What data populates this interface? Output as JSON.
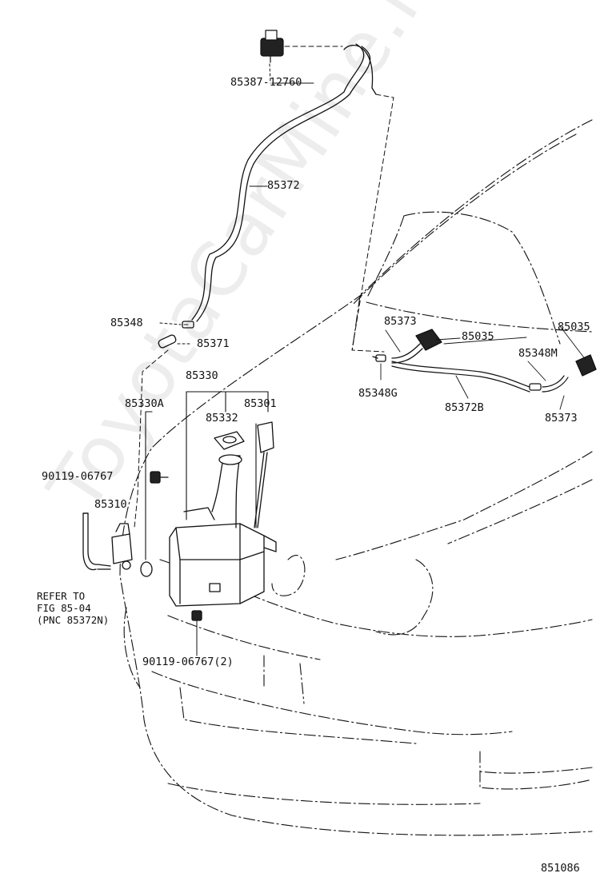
{
  "diagram": {
    "figure_number": "851086",
    "watermark": "ToyotaCarMine.ru",
    "part_labels": {
      "p85387": "85387-12760",
      "p85372": "85372",
      "p85348": "85348",
      "p85371": "85371",
      "p85330": "85330",
      "p85330A": "85330A",
      "p85301": "85301",
      "p85332": "85332",
      "p90119a": "90119-06767",
      "p85310": "85310",
      "p90119b": "90119-06767(2)",
      "p85373a": "85373",
      "p85035a": "85035",
      "p85035b": "85035",
      "p85348M": "85348M",
      "p85348G": "85348G",
      "p85372B": "85372B",
      "p85373b": "85373"
    },
    "refer_note": {
      "line1": "REFER TO",
      "line2": "FIG 85-04",
      "line3": "(PNC 85372N)"
    }
  }
}
